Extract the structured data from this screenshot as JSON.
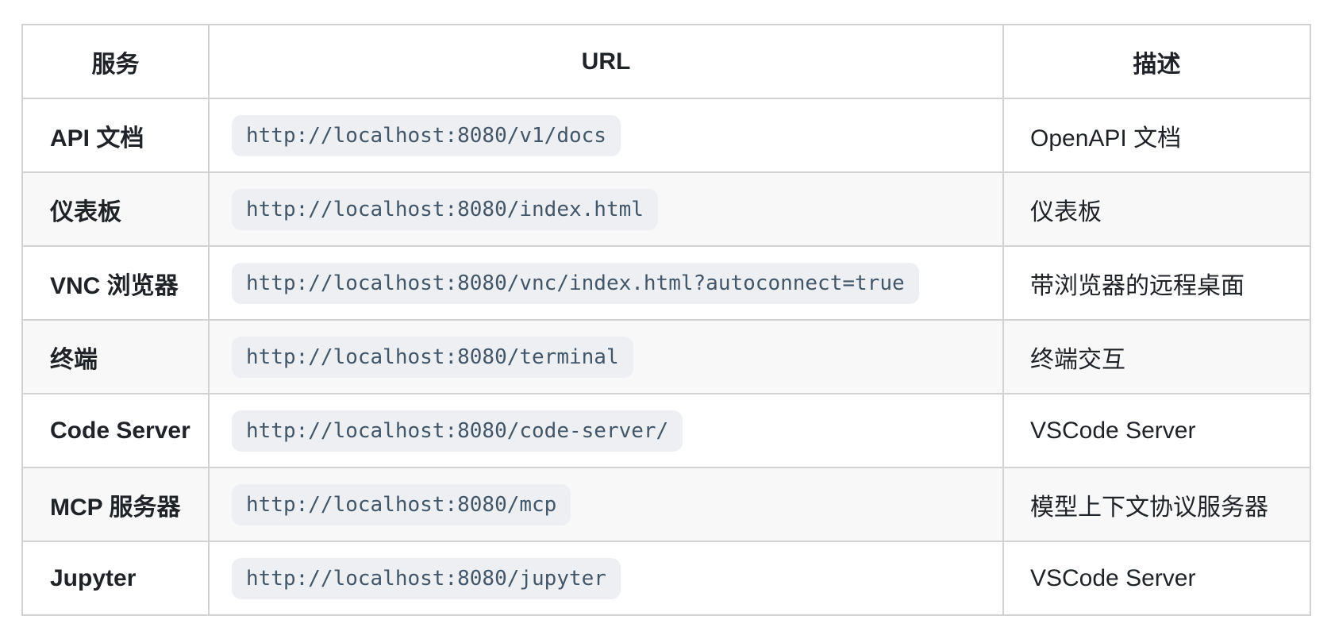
{
  "table": {
    "columns": [
      {
        "label": "服务"
      },
      {
        "label": "URL"
      },
      {
        "label": "描述"
      }
    ],
    "rows": [
      {
        "service": "API 文档",
        "url": "http://localhost:8080/v1/docs",
        "description": "OpenAPI 文档"
      },
      {
        "service": "仪表板",
        "url": "http://localhost:8080/index.html",
        "description": "仪表板"
      },
      {
        "service": "VNC 浏览器",
        "url": "http://localhost:8080/vnc/index.html?autoconnect=true",
        "description": "带浏览器的远程桌面"
      },
      {
        "service": "终端",
        "url": "http://localhost:8080/terminal",
        "description": "终端交互"
      },
      {
        "service": "Code Server",
        "url": "http://localhost:8080/code-server/",
        "description": "VSCode Server"
      },
      {
        "service": "MCP 服务器",
        "url": "http://localhost:8080/mcp",
        "description": "模型上下文协议服务器"
      },
      {
        "service": "Jupyter",
        "url": "http://localhost:8080/jupyter",
        "description": "VSCode Server"
      }
    ],
    "colors": {
      "border": "#d2d2d2",
      "stripe_background": "#f8f8f9",
      "code_background": "#edeff2",
      "code_text": "#42566a",
      "text": "#1f2328"
    }
  }
}
